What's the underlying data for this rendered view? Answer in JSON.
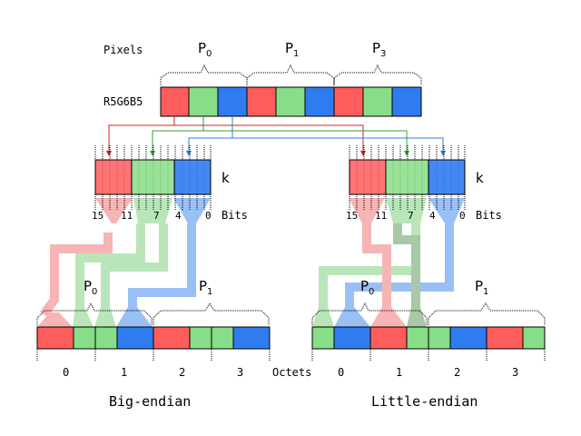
{
  "labels": {
    "pixels": "Pixels",
    "format": "R5G6B5",
    "k": "k",
    "bits": "Bits",
    "octets": "Octets",
    "big_endian": "Big-endian",
    "little_endian": "Little-endian"
  },
  "pixel_groups": [
    {
      "base": "P",
      "sub": "0"
    },
    {
      "base": "P",
      "sub": "1"
    },
    {
      "base": "P",
      "sub": "3"
    }
  ],
  "bit_ticks": [
    "15",
    "11",
    "7",
    "4",
    "0"
  ],
  "memory_pixels": [
    {
      "base": "P",
      "sub": "0"
    },
    {
      "base": "P",
      "sub": "1"
    }
  ],
  "octet_numbers": [
    "0",
    "1",
    "2",
    "3"
  ],
  "colors": {
    "red": "#ff5c5c",
    "green": "#88dd88",
    "blue": "#2f7cf0",
    "red_light": "#f7b4b4",
    "green_light": "#b8e6b8",
    "blue_light": "#98c0f5",
    "outline": "#000000"
  }
}
